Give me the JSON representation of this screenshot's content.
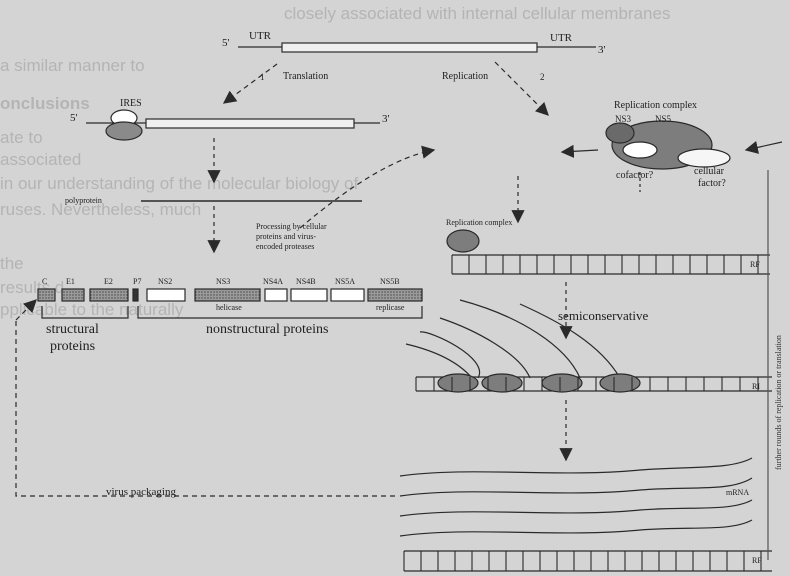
{
  "background_text": {
    "lines": [
      "closely associated with internal cellular membranes",
      "a similar manner to",
      "onclusions",
      "ate to",
      "associated",
      "in our understanding of the molecular biology of",
      "ruses. Nevertheless, much",
      "the",
      "results d",
      "pplicable to the naturally"
    ]
  },
  "diagram": {
    "genome_top": {
      "five_prime": "5'",
      "utr_left": "UTR",
      "utr_right": "UTR",
      "three_prime": "3'"
    },
    "steps": {
      "translation": "Translation",
      "replication": "Replication",
      "num1": "1",
      "num2": "2"
    },
    "ires": {
      "label": "IRES",
      "five_prime": "5'",
      "three_prime": "3'"
    },
    "polyprotein": "polyprotein",
    "processing_note": {
      "line1": "Processing by cellular",
      "line2": "proteins and virus-",
      "line3": "encoded proteases"
    },
    "proteins": {
      "c": "C",
      "e1": "E1",
      "e2": "E2",
      "p7": "P7",
      "ns2": "NS2",
      "ns3": "NS3",
      "ns4a": "NS4A",
      "ns4b": "NS4B",
      "ns5a": "NS5A",
      "ns5b": "NS5B",
      "helicase": "helicase",
      "replicase": "replicase"
    },
    "groups": {
      "structural_line1": "structural",
      "structural_line2": "proteins",
      "nonstructural": "nonstructural proteins"
    },
    "replication_complex": {
      "title": "Replication complex",
      "ns3": "NS3",
      "ns5": "NS5",
      "cofactor": "cofactor?",
      "cellular_line1": "cellular",
      "cellular_line2": "factor?"
    },
    "replication_complex_small": "Replication complex",
    "semiconservative": "semiconservative",
    "rf1": "RF",
    "ri": "RI",
    "rf2": "RF",
    "mrna": "mRNA",
    "virus_packaging": "virus packaging",
    "side_note": "further rounds of replication or translation"
  }
}
